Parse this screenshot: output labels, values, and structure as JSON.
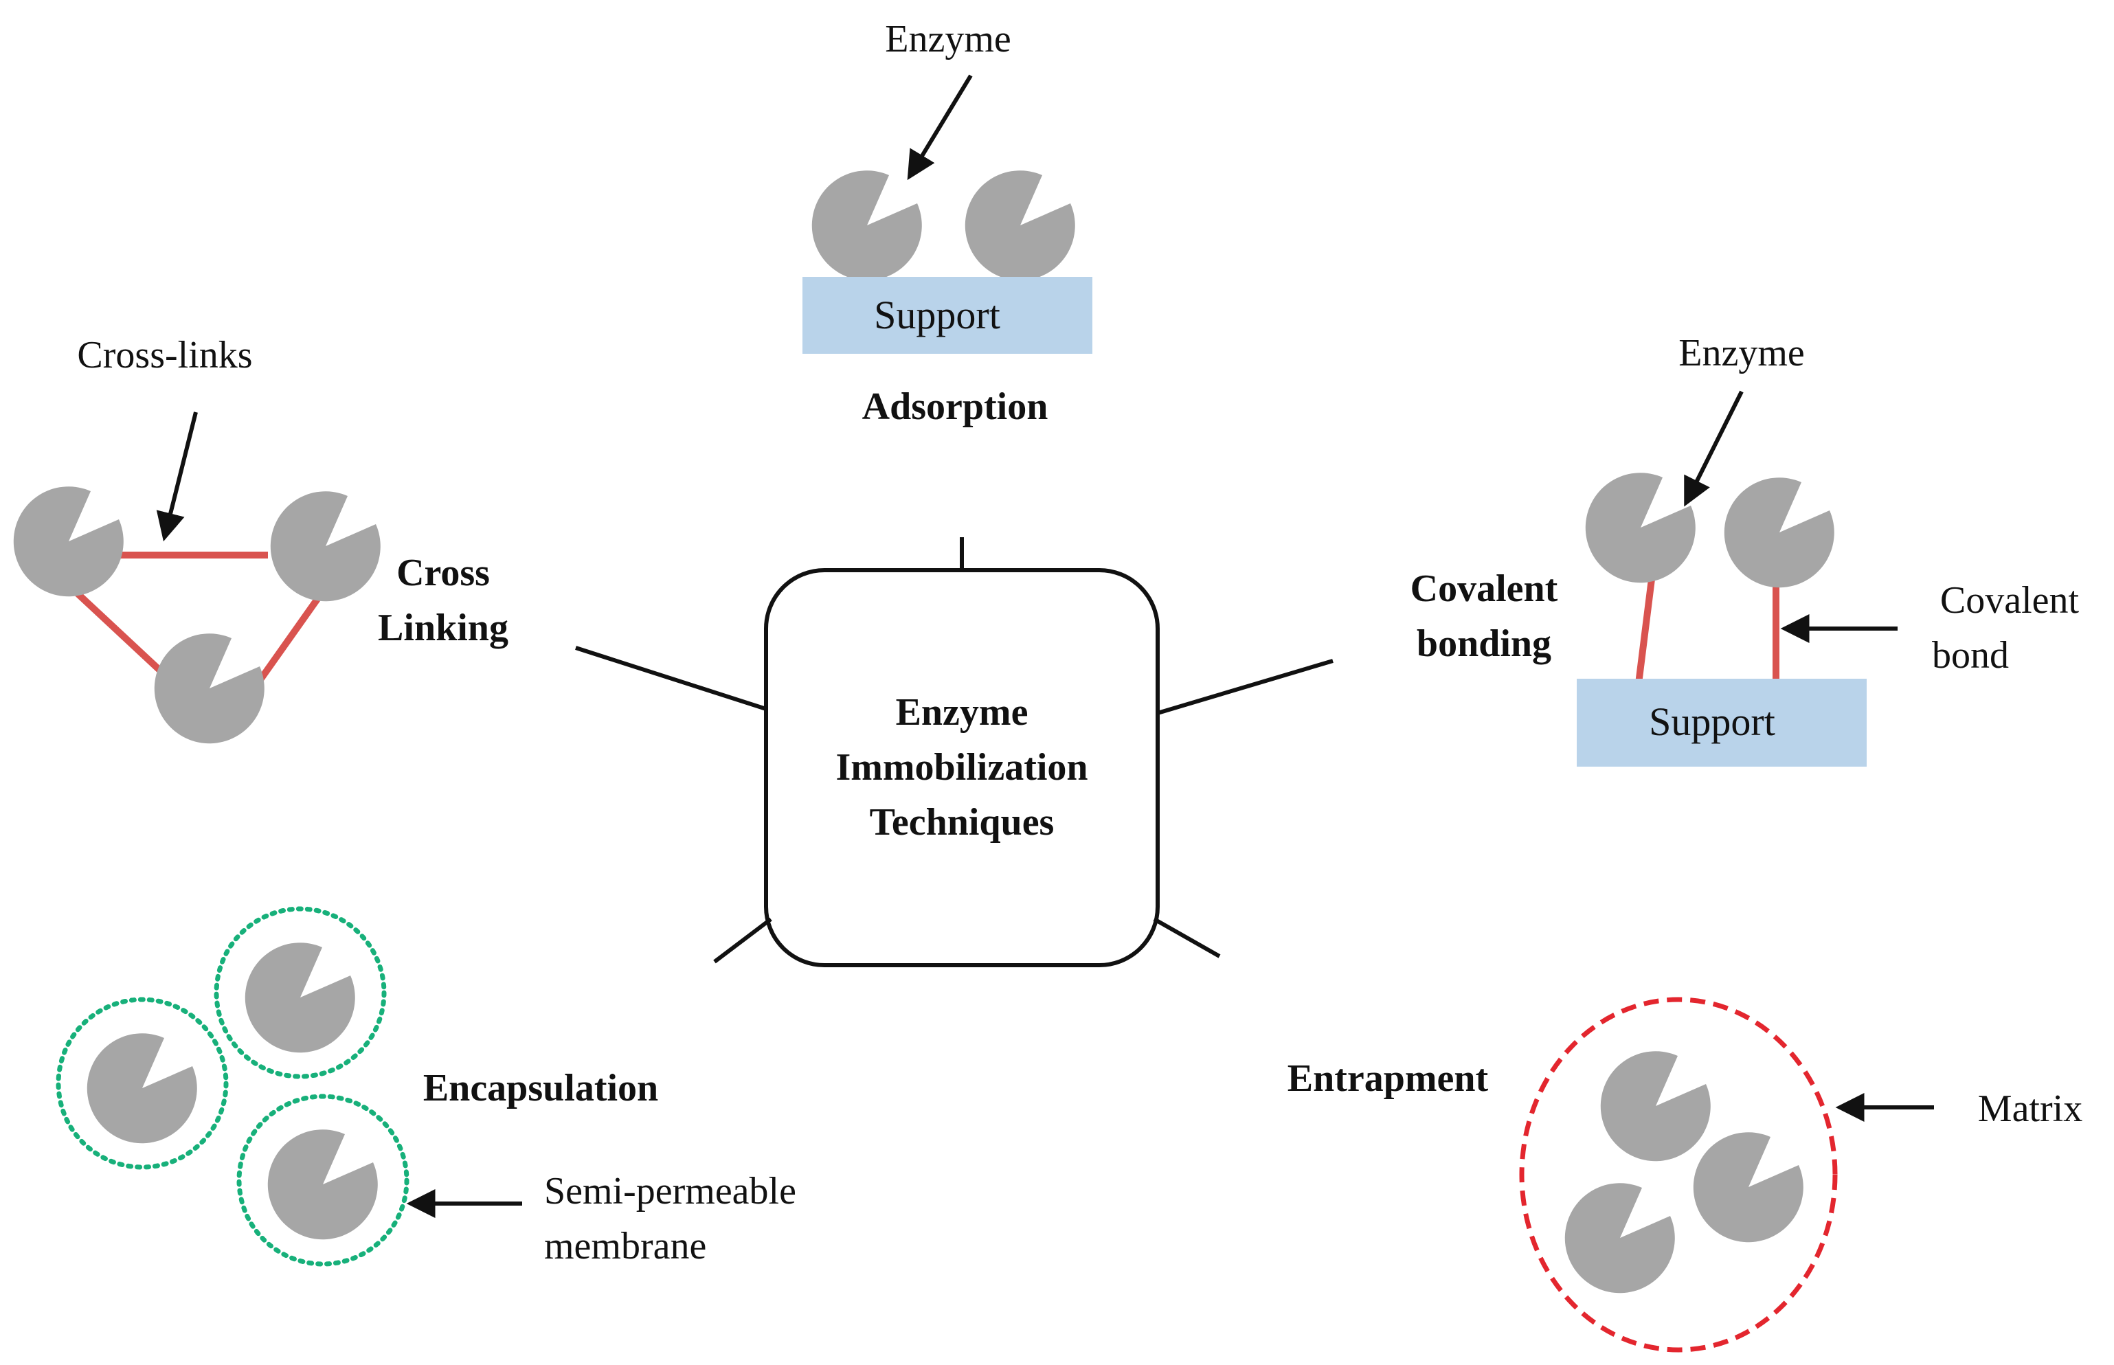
{
  "center": {
    "lines": [
      "Enzyme",
      "Immobilization",
      "Techniques"
    ]
  },
  "adsorption": {
    "enzyme_label": "Enzyme",
    "support_label": "Support",
    "title": "Adsorption"
  },
  "cross_linking": {
    "crosslinks_label": "Cross-links",
    "title_line1": "Cross",
    "title_line2": "Linking"
  },
  "covalent": {
    "enzyme_label": "Enzyme",
    "title_line1": "Covalent",
    "title_line2": "bonding",
    "bond_line1": "Covalent",
    "bond_line2": "bond",
    "support_label": "Support"
  },
  "encapsulation": {
    "title": "Encapsulation",
    "membrane_line1": "Semi-permeable",
    "membrane_line2": "membrane"
  },
  "entrapment": {
    "title": "Entrapment",
    "matrix_label": "Matrix"
  },
  "colors": {
    "enzyme": "#a6a6a6",
    "support": "#b9d3ea",
    "bond": "#d9534f",
    "membrane": "#17b07a",
    "matrix": "#e3262e",
    "ink": "#111111"
  }
}
